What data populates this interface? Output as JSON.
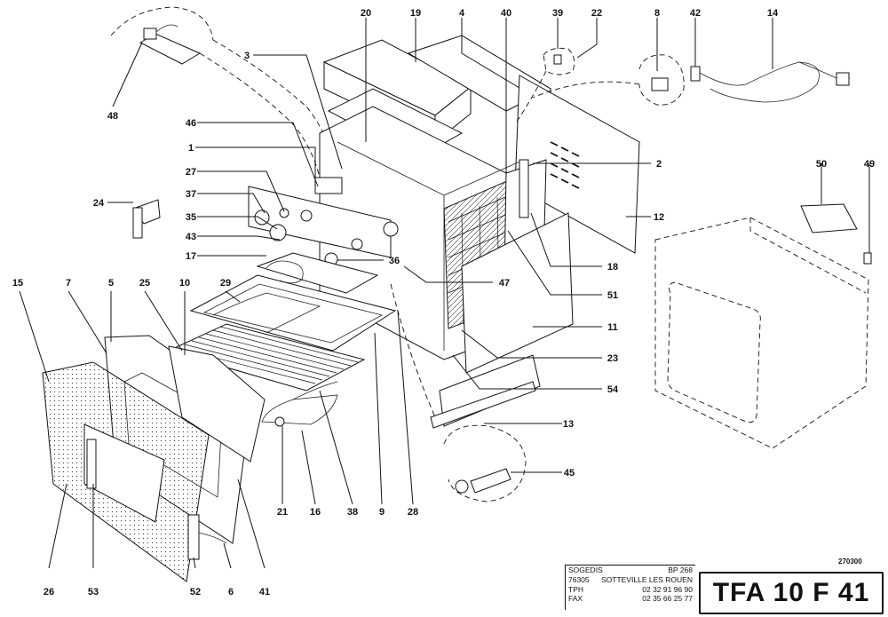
{
  "drawing": {
    "callouts": [
      "20",
      "19",
      "4",
      "40",
      "39",
      "22",
      "8",
      "42",
      "14",
      "48",
      "3",
      "46",
      "1",
      "27",
      "37",
      "35",
      "43",
      "17",
      "2",
      "50",
      "49",
      "24",
      "12",
      "36",
      "18",
      "47",
      "51",
      "15",
      "7",
      "5",
      "25",
      "10",
      "29",
      "11",
      "23",
      "54",
      "13",
      "45",
      "26",
      "53",
      "52",
      "6",
      "41",
      "21",
      "16",
      "38",
      "9",
      "28"
    ]
  },
  "title_block": {
    "company": "SOGEDIS",
    "po_box": "BP 268",
    "postcode": "76305",
    "city": "SOTTEVILLE LES ROUEN",
    "tel_label": "TPH",
    "tel": "02 32 91 96 90",
    "fax_label": "FAX",
    "fax": "02 35 66 25 77",
    "ref": "270300",
    "model": "TFA 10 F 41"
  }
}
